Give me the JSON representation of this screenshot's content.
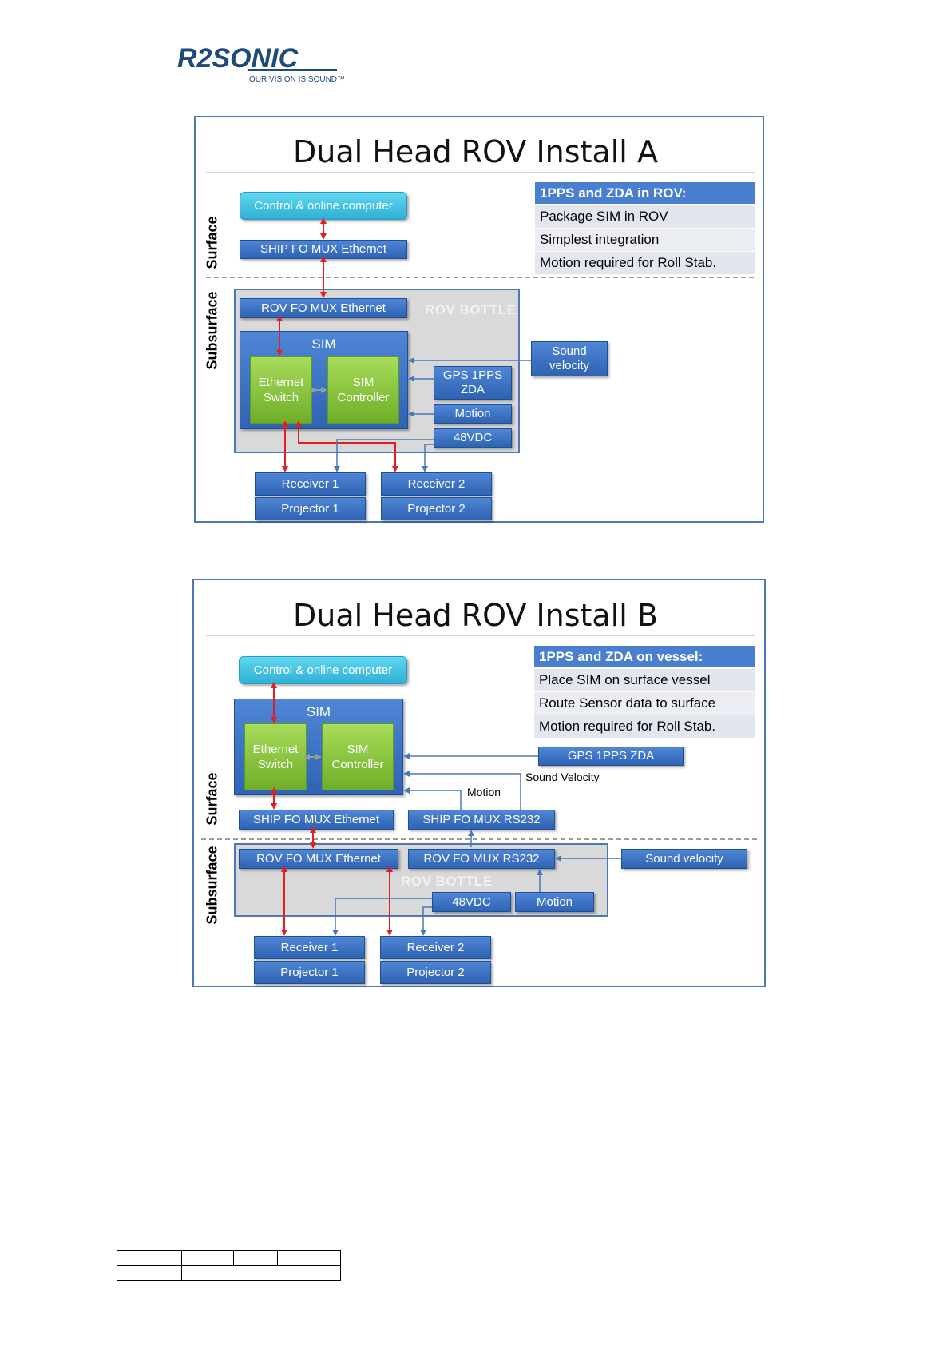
{
  "logo": {
    "brand": "R2SONIC",
    "tagline": "OUR VISION IS SOUND™"
  },
  "colors": {
    "blue_box": "#3a70c4",
    "cyan_box": "#3fc0e0",
    "green_box": "#8cc63f",
    "signal_arrow": "#e02020",
    "link_arrow": "#4a78b8",
    "bottle_grey": "#d9d9d9"
  },
  "diagrams": [
    {
      "title": "Dual Head ROV Install A",
      "zones": {
        "surface": "Surface",
        "subsurface": "Subsurface"
      },
      "panel": {
        "heading": "1PPS and ZDA in ROV:",
        "rows": [
          "Package SIM in ROV",
          "Simplest integration",
          "Motion required for Roll Stab."
        ]
      },
      "control": "Control & online computer",
      "ship_mux": "SHIP FO MUX Ethernet",
      "rov_mux": "ROV FO MUX Ethernet",
      "bottle": "ROV BOTTLE",
      "sim": {
        "label": "SIM",
        "switch": "Ethernet Switch",
        "controller": "SIM Controller"
      },
      "sensors": {
        "gps": "GPS 1PPS ZDA",
        "motion": "Motion",
        "power": "48VDC",
        "sound": "Sound velocity"
      },
      "heads": [
        {
          "receiver": "Receiver 1",
          "projector": "Projector 1"
        },
        {
          "receiver": "Receiver 2",
          "projector": "Projector 2"
        }
      ]
    },
    {
      "title": "Dual Head ROV Install B",
      "zones": {
        "surface": "Surface",
        "subsurface": "Subsurface"
      },
      "panel": {
        "heading": "1PPS and ZDA on vessel:",
        "rows": [
          "Place SIM on surface vessel",
          "Route Sensor data to surface",
          "Motion required for Roll Stab."
        ]
      },
      "control": "Control & online computer",
      "sim": {
        "label": "SIM",
        "switch": "Ethernet Switch",
        "controller": "SIM Controller"
      },
      "gps": "GPS 1PPS ZDA",
      "sound_velocity_label": "Sound Velocity",
      "motion_label": "Motion",
      "ship_mux_eth": "SHIP FO MUX Ethernet",
      "ship_mux_rs": "SHIP FO MUX RS232",
      "rov_mux_eth": "ROV FO MUX Ethernet",
      "rov_mux_rs": "ROV FO MUX RS232",
      "sound": "Sound velocity",
      "bottle": "ROV BOTTLE",
      "power": "48VDC",
      "motion": "Motion",
      "heads": [
        {
          "receiver": "Receiver 1",
          "projector": "Projector 1"
        },
        {
          "receiver": "Receiver 2",
          "projector": "Projector 2"
        }
      ]
    }
  ]
}
